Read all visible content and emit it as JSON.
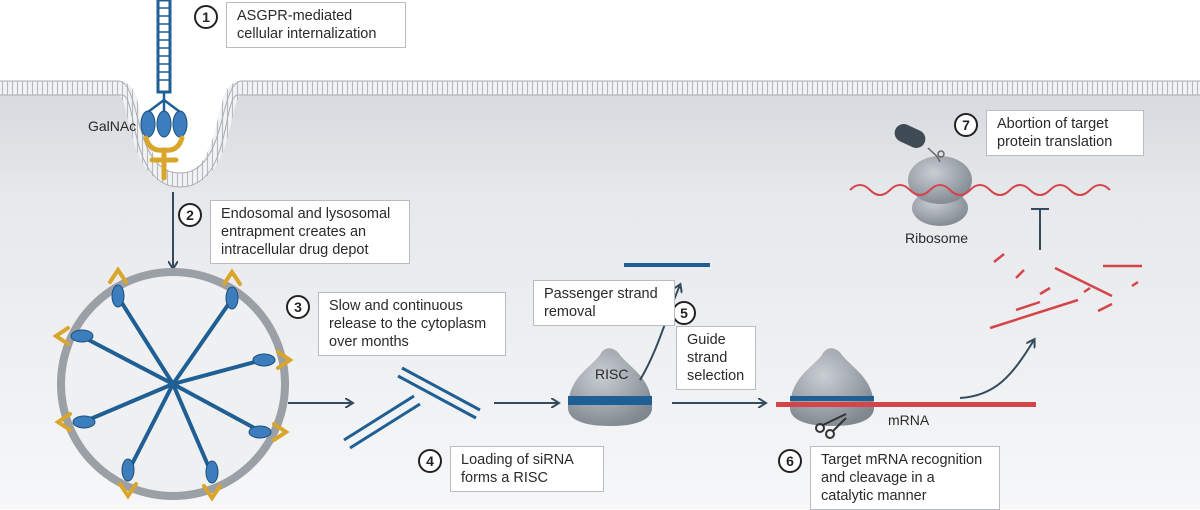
{
  "steps": [
    {
      "num": "1",
      "text": "ASGPR-mediated cellular internalization"
    },
    {
      "num": "2",
      "text": "Endosomal and lysosomal entrapment creates an intracellular drug depot"
    },
    {
      "num": "3",
      "text": "Slow and continuous release to the cytoplasm over months"
    },
    {
      "num": "4",
      "text": "Loading of siRNA forms a RISC"
    },
    {
      "num": "5",
      "text": "Guide strand selection"
    },
    {
      "num": "6",
      "text": "Target mRNA recognition and cleavage in a catalytic manner"
    },
    {
      "num": "7",
      "text": "Abortion of target protein translation"
    }
  ],
  "labels": {
    "galnac": "GalNAc",
    "passenger": "Passenger strand removal",
    "risc": "RISC",
    "mrna": "mRNA",
    "ribosome": "Ribosome"
  },
  "colors": {
    "sirna": "#1f5f94",
    "galnac": "#3c7dbd",
    "ligand": "#d9a52b",
    "mrna": "#d4454b",
    "cytoplasm": "#e4e7ea",
    "membrane": "#c6c9cd",
    "arrow": "#344a5e",
    "protein": "#8f969d"
  }
}
